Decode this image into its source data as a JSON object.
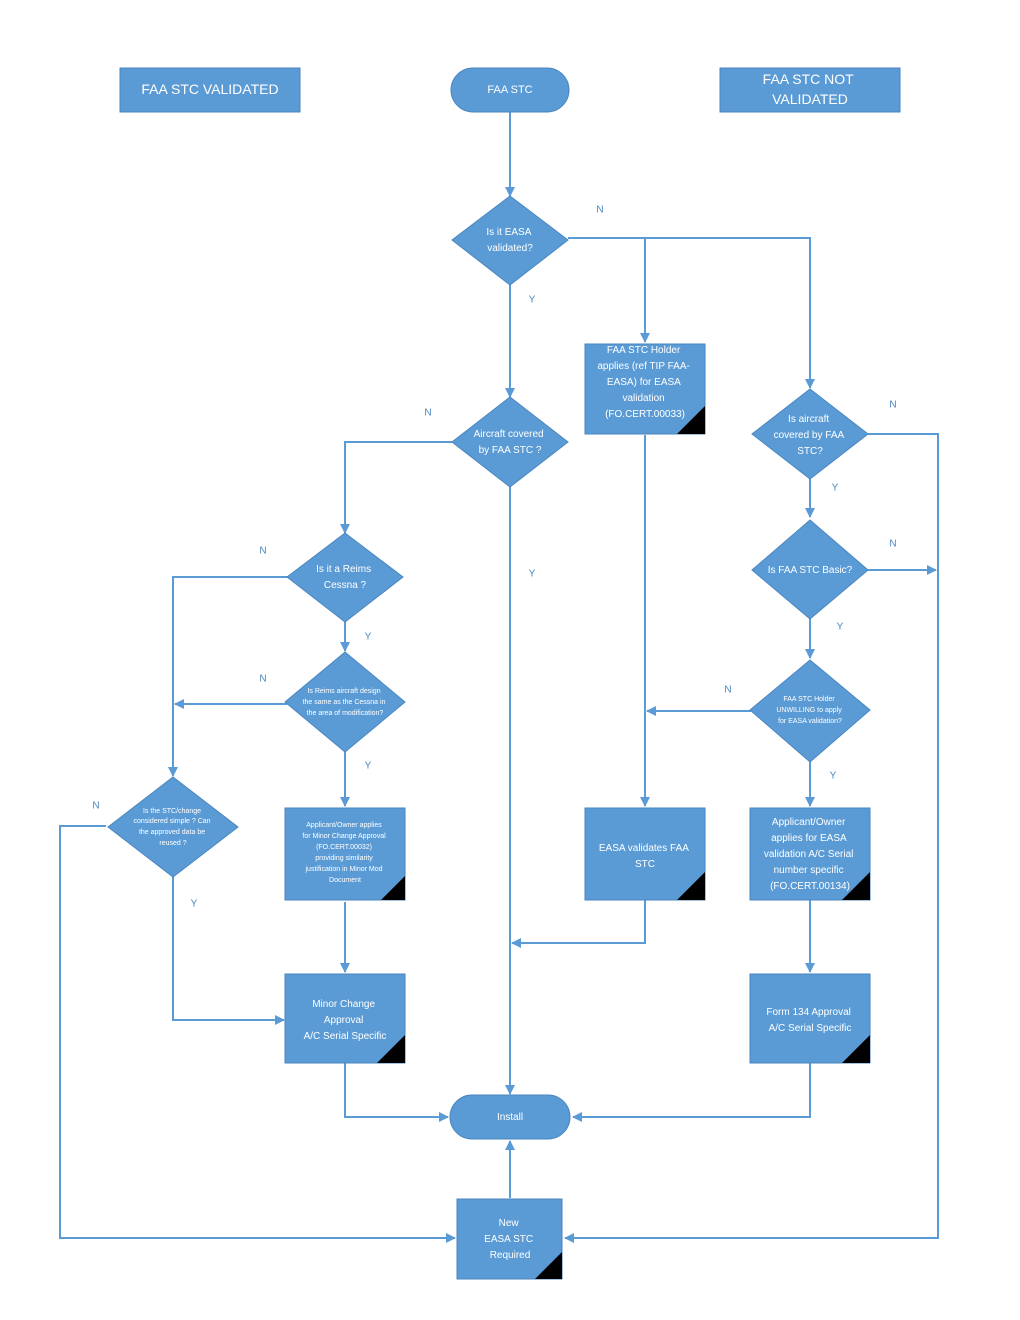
{
  "colors": {
    "shape_fill": "#5b9bd5",
    "connector": "#5b9bd5",
    "text": "#ffffff",
    "label": "#4a86c0",
    "corner_mark": "#000000"
  },
  "nodes": {
    "header_validated": {
      "lines": [
        "FAA STC VALIDATED"
      ]
    },
    "header_start": {
      "lines": [
        "FAA STC"
      ]
    },
    "header_not_validated": {
      "lines": [
        "FAA STC NOT",
        "VALIDATED"
      ]
    },
    "q_easa_validated": {
      "lines": [
        "Is it EASA",
        "validated?"
      ]
    },
    "q_aircraft_covered_left": {
      "lines": [
        "Aircraft covered",
        "by FAA STC ?"
      ]
    },
    "q_reims_cessna": {
      "lines": [
        "Is it a Reims",
        "Cessna ?"
      ]
    },
    "q_reims_design_same": {
      "lines": [
        "Is Reims aircraft design",
        "the same as the Cessna in",
        "the area of modification?"
      ]
    },
    "q_stc_simple": {
      "lines": [
        "Is the STC/change",
        "considered simple ? Can",
        "the approved data be",
        "reused ?"
      ]
    },
    "applicant_minor_change": {
      "lines": [
        "Applicant/Owner applies",
        "for Minor Change Approval",
        "(FO.CERT.00032)",
        "providing similarity",
        "justification in Minor Mod",
        "Document"
      ]
    },
    "minor_change_approval": {
      "lines": [
        "Minor Change",
        "Approval",
        "A/C Serial Specific"
      ]
    },
    "faa_holder_applies": {
      "lines": [
        "FAA STC Holder",
        "applies (ref TIP FAA-",
        "EASA) for EASA",
        "validation",
        "(FO.CERT.00033)"
      ]
    },
    "easa_validates": {
      "lines": [
        "EASA validates FAA",
        "STC"
      ]
    },
    "q_aircraft_covered_right": {
      "lines": [
        "Is aircraft",
        "covered by FAA",
        "STC?"
      ]
    },
    "q_faa_stc_basic": {
      "lines": [
        "Is FAA STC Basic?"
      ]
    },
    "q_holder_unwilling": {
      "lines": [
        "FAA STC Holder",
        "UNWILLING to apply",
        "for EASA validation?"
      ]
    },
    "applicant_easa_validation": {
      "lines": [
        "Applicant/Owner",
        "applies for EASA",
        "validation A/C Serial",
        "number specific",
        "(FO.CERT.00134)"
      ]
    },
    "form134_approval": {
      "lines": [
        "Form 134 Approval",
        "A/C Serial Specific"
      ]
    },
    "install": {
      "lines": [
        "Install"
      ]
    },
    "new_easa_stc": {
      "lines": [
        "New",
        "EASA STC",
        "Required"
      ]
    }
  },
  "edge_labels": {
    "easa_no": "N",
    "easa_yes": "Y",
    "covered_left_no": "N",
    "covered_left_yes": "Y",
    "reims_no": "N",
    "reims_yes": "Y",
    "design_no": "N",
    "design_yes": "Y",
    "simple_no": "N",
    "simple_yes": "Y",
    "covered_right_no": "N",
    "covered_right_yes": "Y",
    "basic_no": "N",
    "basic_yes": "Y",
    "unwilling_no": "N",
    "unwilling_yes": "Y"
  }
}
